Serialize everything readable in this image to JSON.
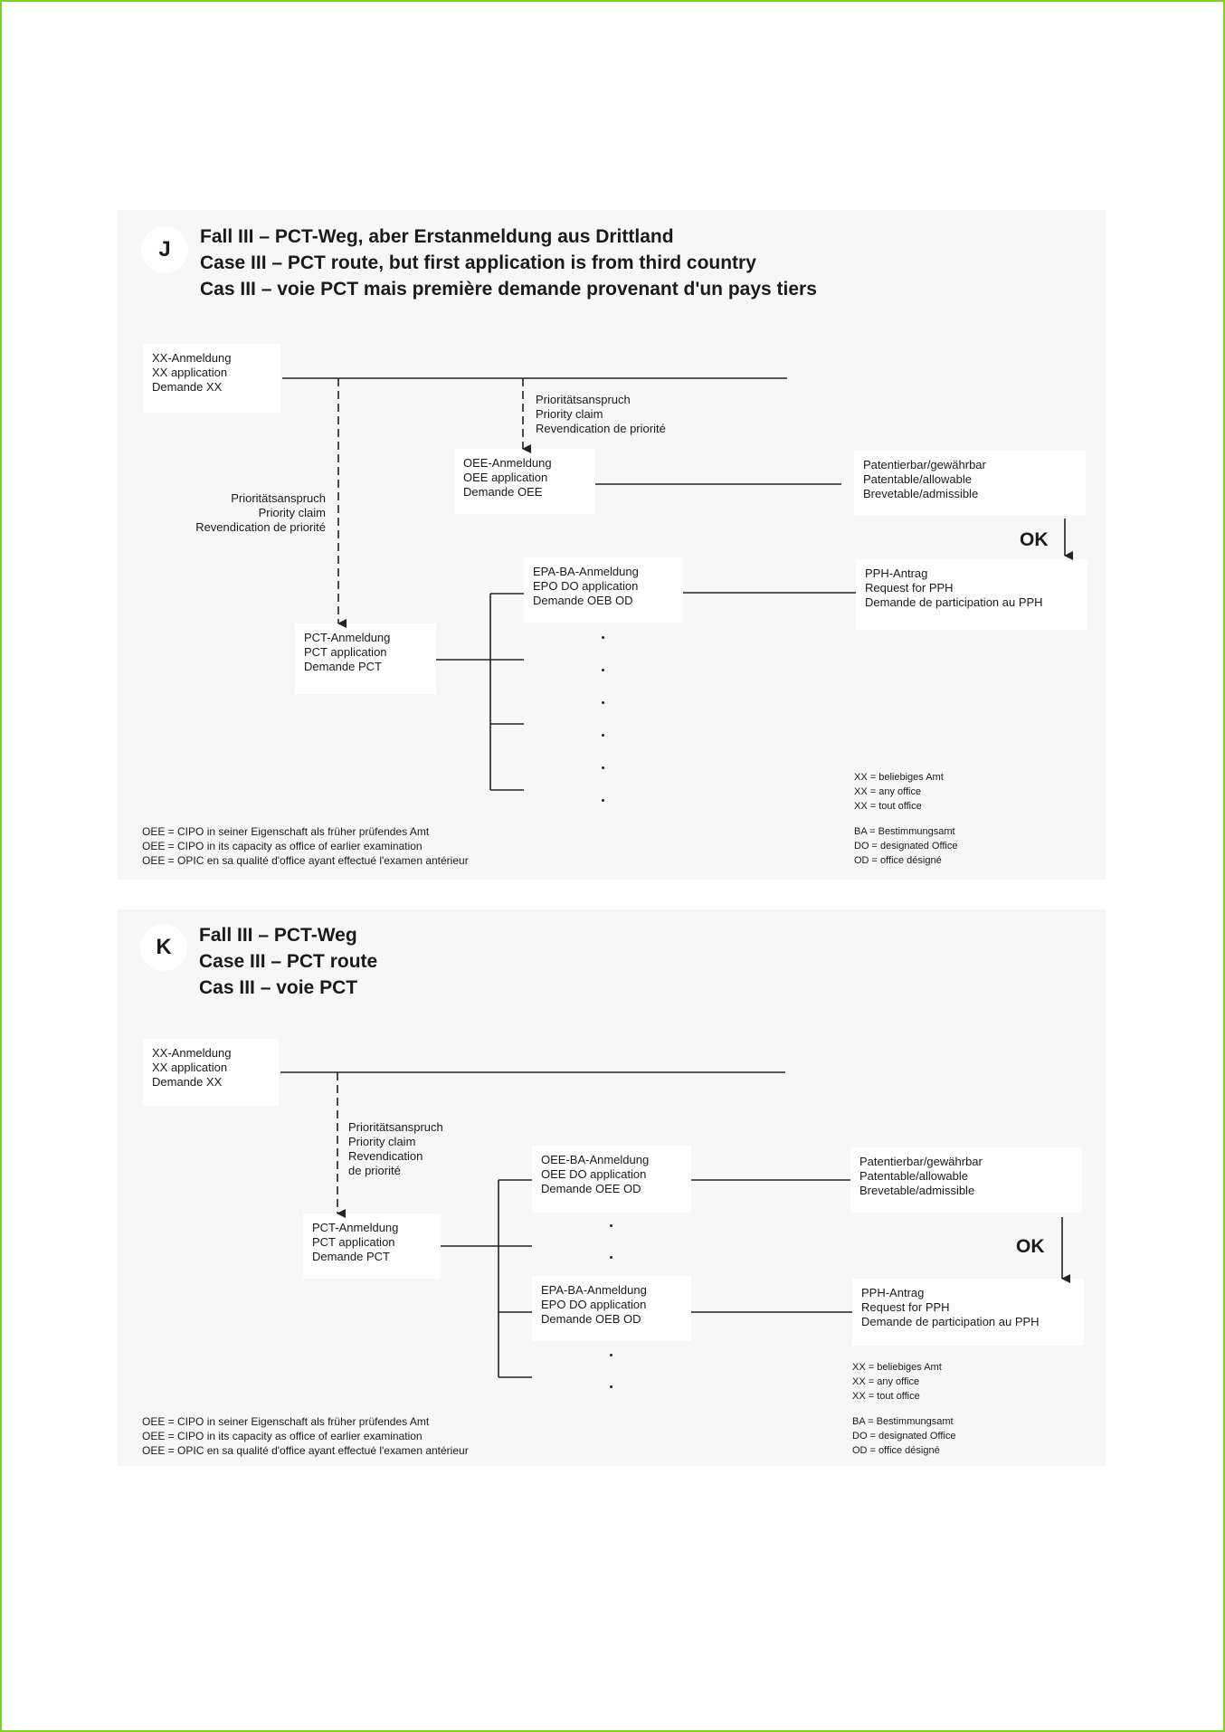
{
  "panel_j": {
    "badge": "J",
    "title": [
      "Fall III – PCT-Weg, aber Erstanmeldung aus Drittland",
      "Case III – PCT route, but first application is from third country",
      "Cas III – voie PCT mais première demande provenant d'un pays tiers"
    ],
    "xx_box": [
      "XX-Anmeldung",
      "XX application",
      "Demande XX"
    ],
    "priority_right": [
      "Prioritätsanspruch",
      "Priority claim",
      "Revendication de priorité"
    ],
    "priority_left": [
      "Prioritätsanspruch",
      "Priority claim",
      "Revendication de priorité"
    ],
    "oee_box": [
      "OEE-Anmeldung",
      "OEE application",
      "Demande OEE"
    ],
    "patentable_box": [
      "Patentierbar/gewährbar",
      "Patentable/allowable",
      "Brevetable/admissible"
    ],
    "ok": "OK",
    "epa_box": [
      "EPA-BA-Anmeldung",
      "EPO DO application",
      "Demande OEB OD"
    ],
    "pph_box": [
      "PPH-Antrag",
      "Request for PPH",
      "Demande de participation au PPH"
    ],
    "pct_box": [
      "PCT-Anmeldung",
      "PCT application",
      "Demande PCT"
    ],
    "legend_xx": [
      "XX  =  beliebiges Amt",
      "XX  =  any office",
      "XX  =  tout office"
    ],
    "legend_oee": [
      "OEE = CIPO in seiner Eigenschaft als früher prüfendes Amt",
      "OEE = CIPO in its capacity as office of earlier examination",
      "OEE = OPIC en sa qualité d'office ayant effectué l'examen antérieur"
    ],
    "legend_ba": [
      "BA   =  Bestimmungsamt",
      "DO   =  designated Office",
      "OD   =  office désigné"
    ]
  },
  "panel_k": {
    "badge": "K",
    "title": [
      "Fall III – PCT-Weg",
      "Case III – PCT route",
      "Cas III – voie PCT"
    ],
    "xx_box": [
      "XX-Anmeldung",
      "XX application",
      "Demande XX"
    ],
    "priority": [
      "Prioritätsanspruch",
      "Priority claim",
      "Revendication",
      "de priorité"
    ],
    "pct_box": [
      "PCT-Anmeldung",
      "PCT application",
      "Demande PCT"
    ],
    "oee_ba_box": [
      "OEE-BA-Anmeldung",
      "OEE DO application",
      "Demande OEE OD"
    ],
    "patentable_box": [
      "Patentierbar/gewährbar",
      "Patentable/allowable",
      "Brevetable/admissible"
    ],
    "ok": "OK",
    "epa_box": [
      "EPA-BA-Anmeldung",
      "EPO DO application",
      "Demande OEB OD"
    ],
    "pph_box": [
      "PPH-Antrag",
      "Request for PPH",
      "Demande de participation au PPH"
    ],
    "legend_xx": [
      "XX  =  beliebiges Amt",
      "XX  =  any office",
      "XX  =  tout office"
    ],
    "legend_oee": [
      "OEE = CIPO in seiner Eigenschaft als früher prüfendes Amt",
      "OEE = CIPO in its capacity as office of earlier examination",
      "OEE = OPIC en sa qualité d'office ayant effectué l'examen antérieur"
    ],
    "legend_ba": [
      "BA   =  Bestimmungsamt",
      "DO   =  designated Office",
      "OD   =  office désigné"
    ]
  }
}
